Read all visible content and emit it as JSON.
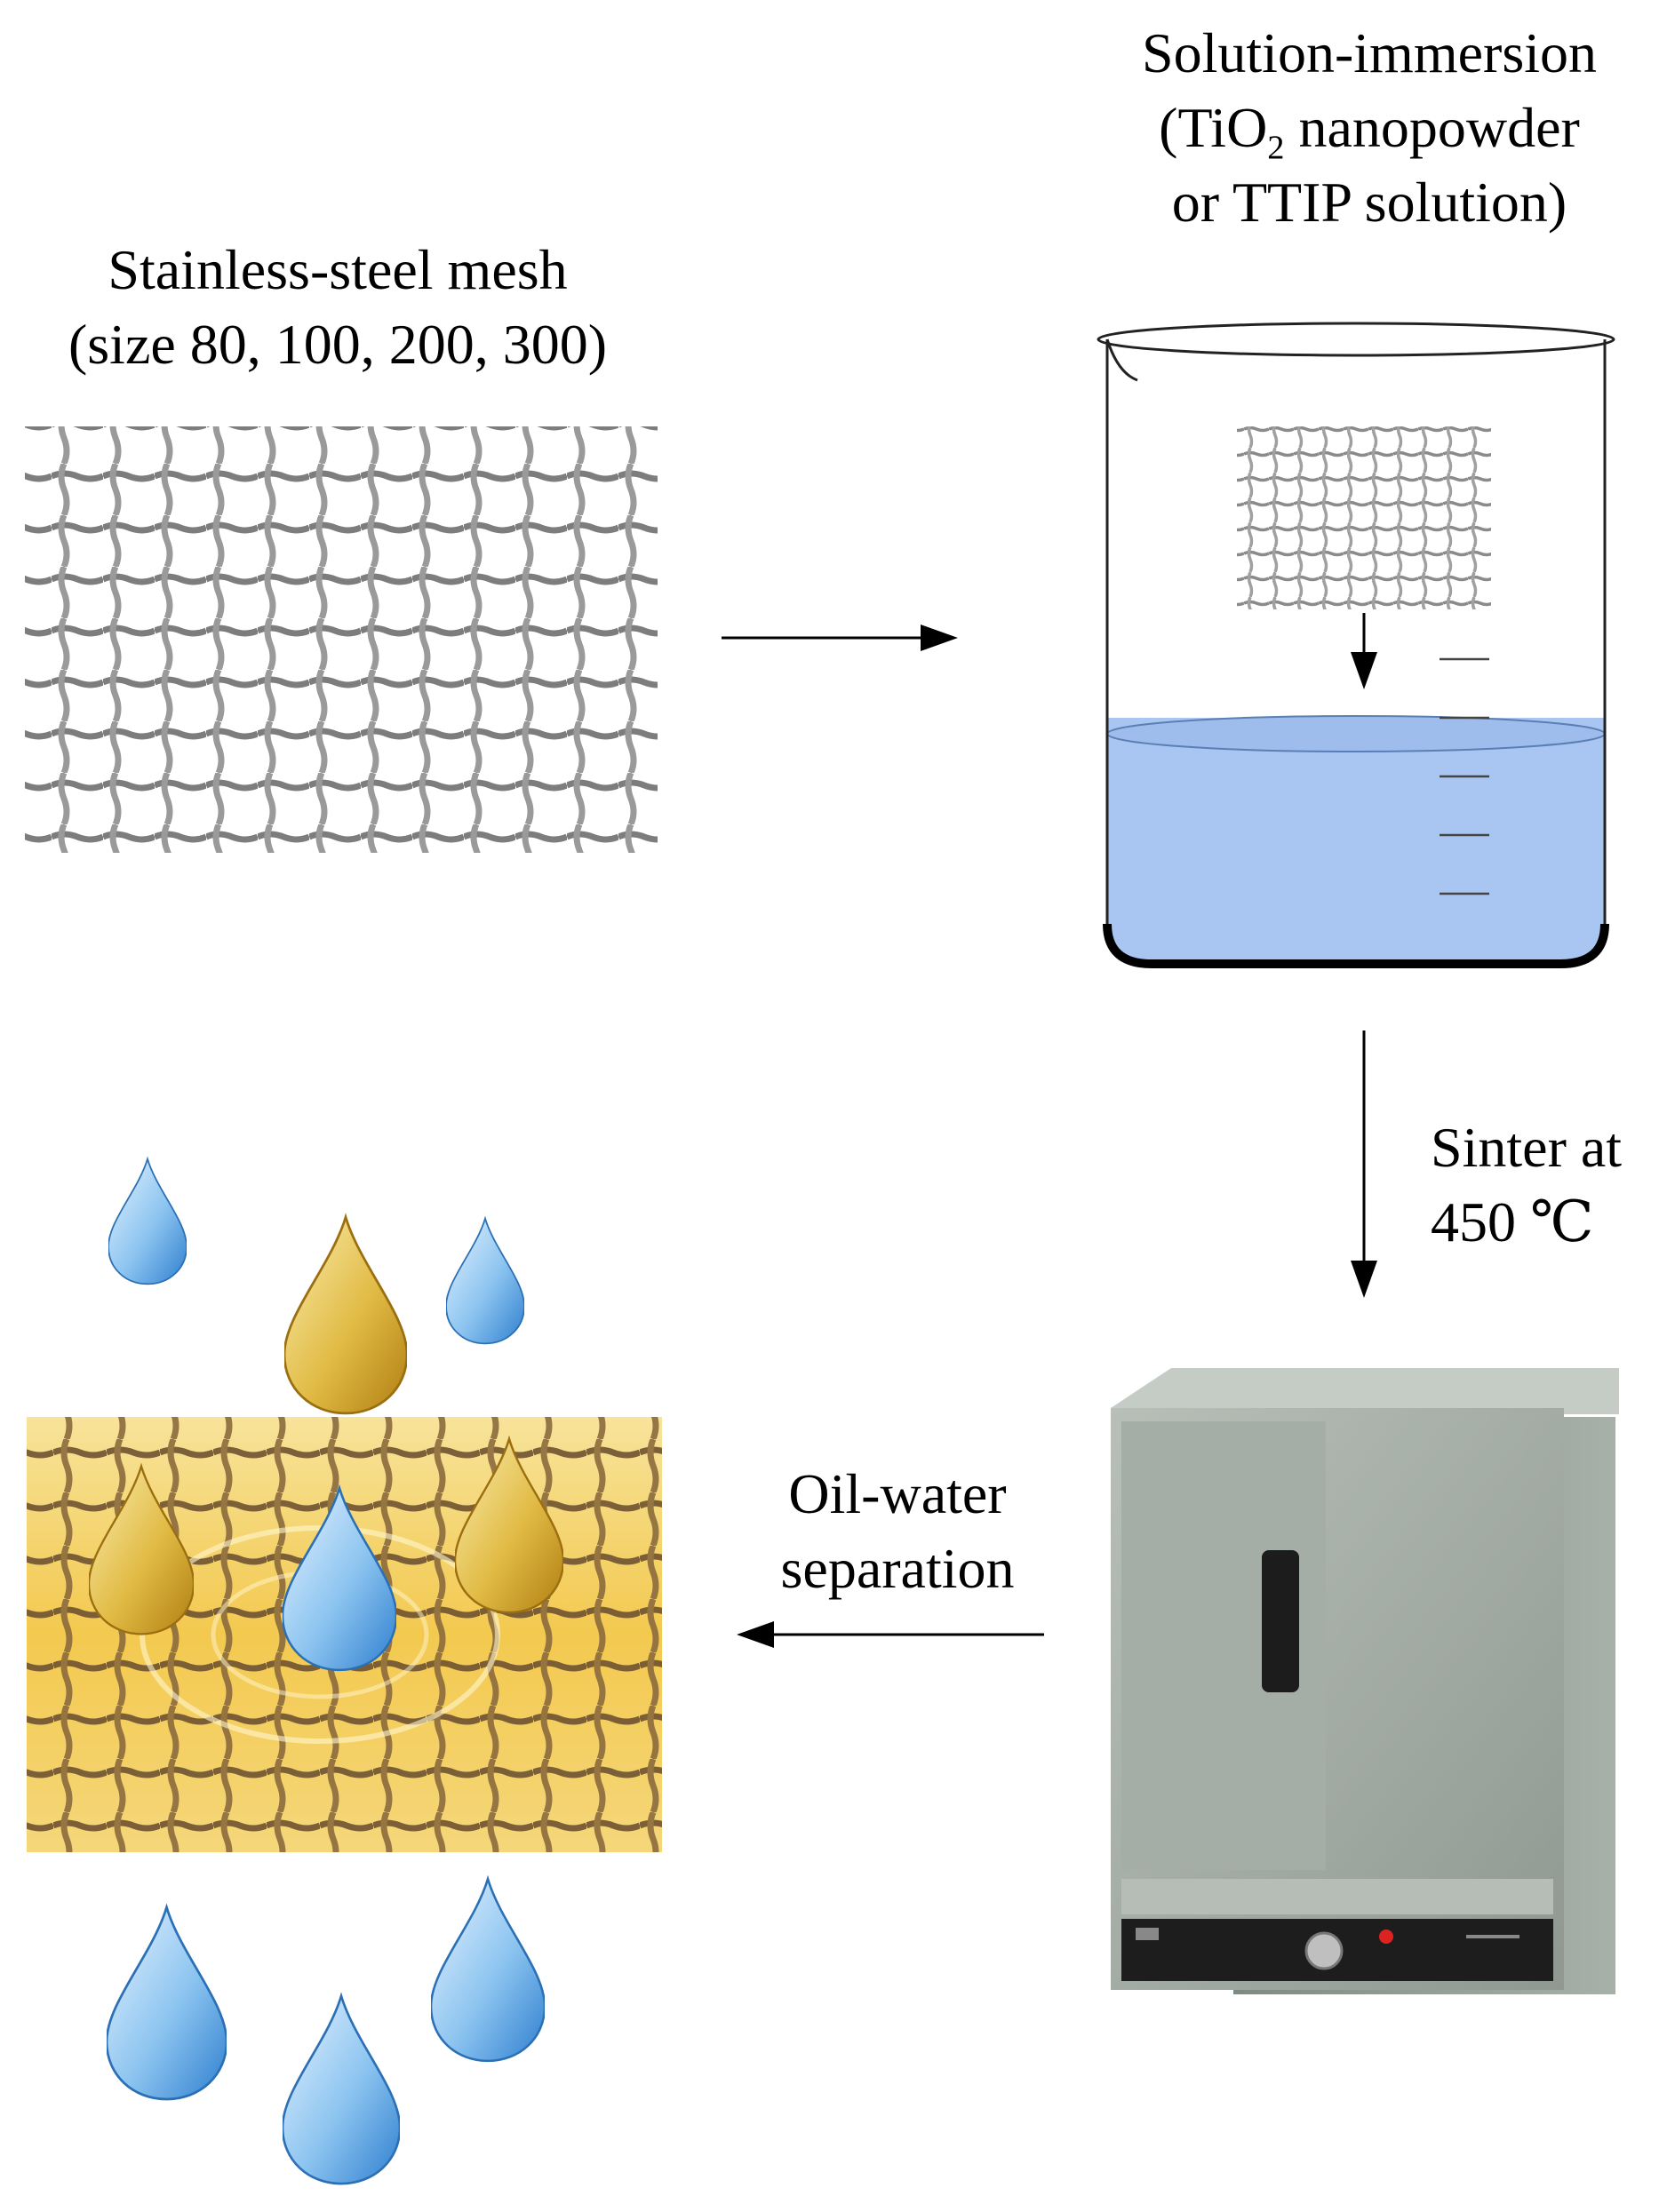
{
  "labels": {
    "mesh_line1": "Stainless-steel mesh",
    "mesh_line2": "(size 80, 100, 200, 300)",
    "immersion_line1": "Solution-immersion",
    "immersion_line2_pre": "(TiO",
    "immersion_line2_sub": "2",
    "immersion_line2_post": " nanopowder",
    "immersion_line3": "or TTIP solution)",
    "sinter_line1": "Sinter at",
    "sinter_line2": "450 ℃",
    "separation_line1": "Oil-water",
    "separation_line2": "separation"
  },
  "colors": {
    "steel": "#8c8c8c",
    "solution": "#a9c6f2",
    "water_drop": "#4f9fe0",
    "oil_drop": "#d4a72c",
    "coated_mesh": "#f2c84b",
    "oven_body": "#9aa39b"
  },
  "icons": [
    "stainless-steel-mesh",
    "beaker-with-solution",
    "oven",
    "oil-water-mesh",
    "water-drop",
    "oil-drop",
    "arrow"
  ]
}
